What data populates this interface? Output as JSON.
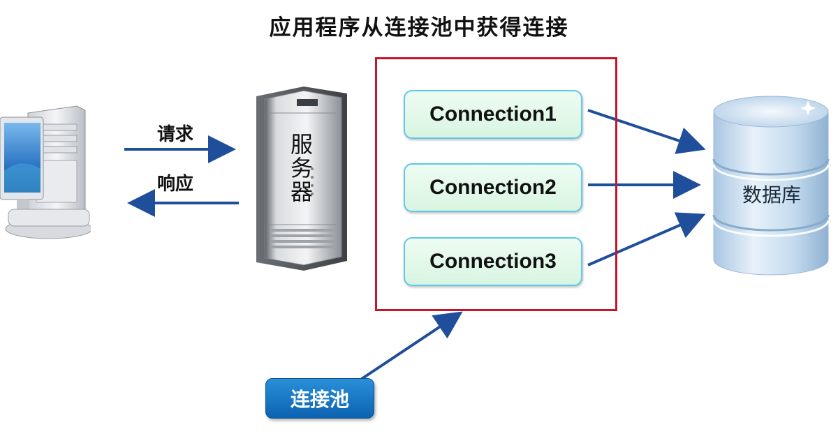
{
  "title": "应用程序从连接池中获得连接",
  "client": {
    "request_label": "请求",
    "response_label": "响应"
  },
  "server": {
    "label_chars": [
      "服",
      "务",
      "器"
    ]
  },
  "pool": {
    "label": "连接池",
    "connections": [
      "Connection1",
      "Connection2",
      "Connection3"
    ]
  },
  "database": {
    "label": "数据库"
  },
  "colors": {
    "pool_border": "#c0182a",
    "arrow": "#1f4e9a",
    "connection_border": "#5ec8e6",
    "connection_fill": "#e3f8ea",
    "pool_label_fill": "#0b63b2"
  },
  "icons": [
    "desktop-computer-icon",
    "server-tower-icon",
    "database-cylinder-icon"
  ]
}
